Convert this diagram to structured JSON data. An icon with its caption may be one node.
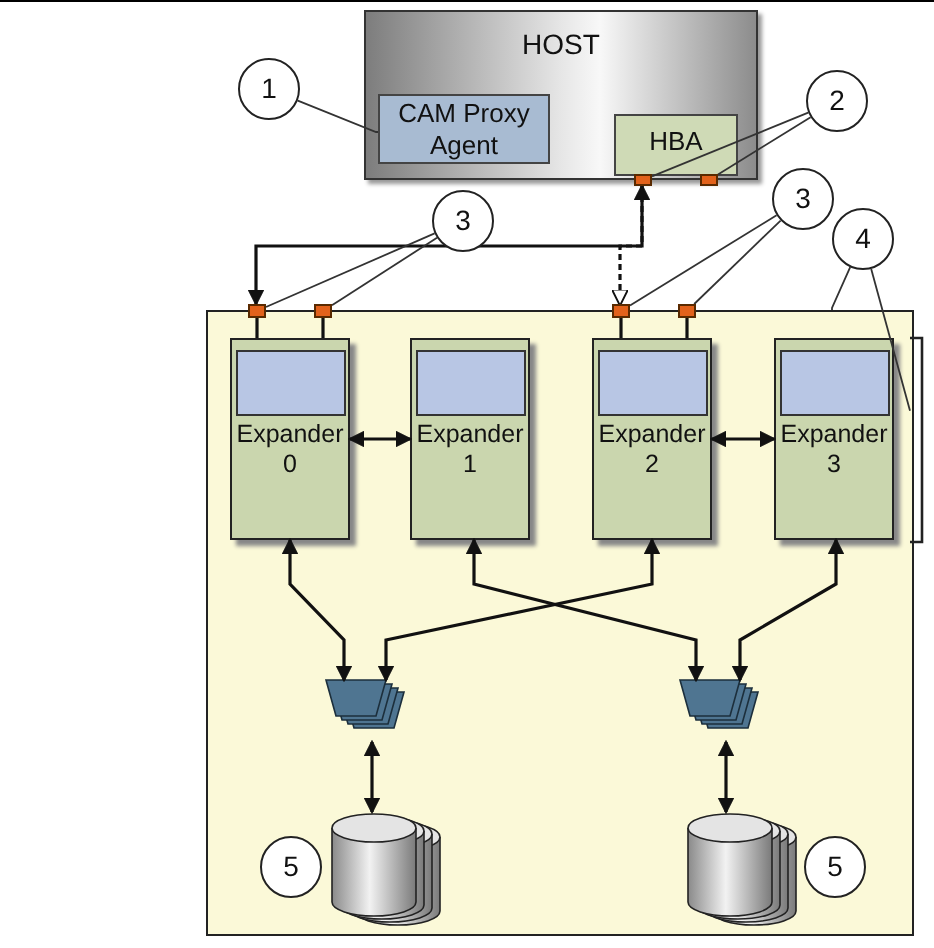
{
  "diagram": {
    "nodes": [
      {
        "text": [
          "HOST"
        ]
      },
      {
        "text": [
          "CAM Proxy Agent"
        ],
        "in": 0
      },
      {
        "text": [
          "HBA"
        ],
        "in": 0
      },
      {
        "text": [],
        "shape": "box"
      },
      {
        "text": [],
        "shape": "box"
      },
      {
        "text": [],
        "shape": "box"
      },
      {
        "text": [],
        "shape": "box"
      },
      {
        "text": [],
        "shape": "box"
      },
      {
        "text": [],
        "shape": "box"
      },
      {
        "text": [],
        "shape": "box"
      },
      {
        "text": [
          "Expander 0"
        ],
        "in": 5
      },
      {
        "text": [
          "Expander 1"
        ],
        "in": 5
      },
      {
        "text": [
          "Expander 2"
        ],
        "in": 5
      },
      {
        "text": [
          "Expander 3"
        ],
        "in": 5
      },
      {
        "text": [],
        "shape": "trapezoid",
        "in": 5
      },
      {
        "text": [],
        "shape": "trapezoid",
        "in": 5
      },
      {
        "text": [],
        "shape": "cylinder",
        "in": 5
      },
      {
        "text": [],
        "shape": "cylinder",
        "in": 5
      },
      {
        "text": [
          "1"
        ]
      },
      {
        "text": [
          "2"
        ]
      },
      {
        "text": [
          "3"
        ]
      },
      {
        "text": [
          "3"
        ]
      },
      {
        "text": [
          "4"
        ]
      },
      {
        "text": [],
        "shape": "bracket"
      },
      {
        "text": [
          "5"
        ],
        "in": 5
      },
      {
        "text": [
          "5"
        ],
        "in": 5
      }
    ],
    "edges": [
      {
        "from": 3,
        "to": 6,
        "arrow": "both"
      },
      {
        "from": 3,
        "to": 8,
        "arrow": "to",
        "style": "dashed"
      },
      {
        "from": 10,
        "to": 11,
        "arrow": "both"
      },
      {
        "from": 12,
        "to": 13,
        "arrow": "both"
      },
      {
        "from": 10,
        "to": 14,
        "arrow": "both"
      },
      {
        "from": 11,
        "to": 15,
        "arrow": "both"
      },
      {
        "from": 12,
        "to": 14,
        "arrow": "both"
      },
      {
        "from": 13,
        "to": 15,
        "arrow": "both"
      },
      {
        "from": 14,
        "to": 16,
        "arrow": "both"
      },
      {
        "from": 15,
        "to": 17,
        "arrow": "both"
      },
      {
        "from": 6,
        "to": 10,
        "arrow": "none"
      },
      {
        "from": 7,
        "to": 10,
        "arrow": "none"
      },
      {
        "from": 8,
        "to": 12,
        "arrow": "none"
      },
      {
        "from": 9,
        "to": 12,
        "arrow": "none"
      },
      {
        "from": 18,
        "to": 1,
        "arrow": "none"
      },
      {
        "from": 19,
        "to": 3,
        "arrow": "none"
      },
      {
        "from": 19,
        "to": 4,
        "arrow": "none"
      },
      {
        "from": 20,
        "to": 6,
        "arrow": "none"
      },
      {
        "from": 20,
        "to": 7,
        "arrow": "none"
      },
      {
        "from": 21,
        "to": 8,
        "arrow": "none"
      },
      {
        "from": 21,
        "to": 9,
        "arrow": "none"
      },
      {
        "from": 22,
        "to": 5,
        "arrow": "none"
      },
      {
        "from": 22,
        "to": 23,
        "arrow": "none"
      }
    ]
  }
}
